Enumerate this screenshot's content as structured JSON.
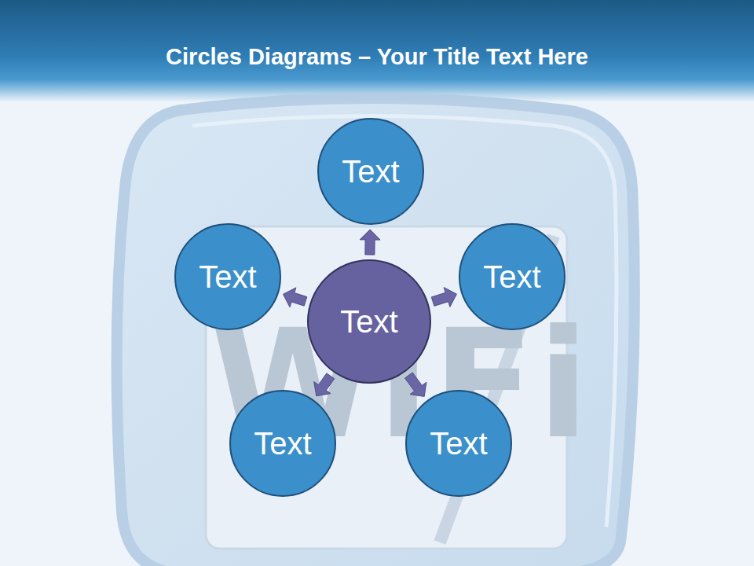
{
  "diagram": {
    "title": "Circles Diagrams – Your Title Text Here",
    "nodes": [
      {
        "text": [
          "Text"
        ]
      },
      {
        "text": [
          "Text"
        ]
      },
      {
        "text": [
          "Text"
        ]
      },
      {
        "text": [
          "Text"
        ]
      },
      {
        "text": [
          "Text"
        ]
      },
      {
        "text": [
          "Text"
        ]
      }
    ],
    "edges": [
      {
        "from": 3,
        "to": 0,
        "arrow": "to"
      },
      {
        "from": 3,
        "to": 1,
        "arrow": "to"
      },
      {
        "from": 3,
        "to": 2,
        "arrow": "to"
      },
      {
        "from": 3,
        "to": 4,
        "arrow": "to"
      },
      {
        "from": 3,
        "to": 5,
        "arrow": "to"
      }
    ],
    "labels": [
      "WiFi"
    ]
  }
}
